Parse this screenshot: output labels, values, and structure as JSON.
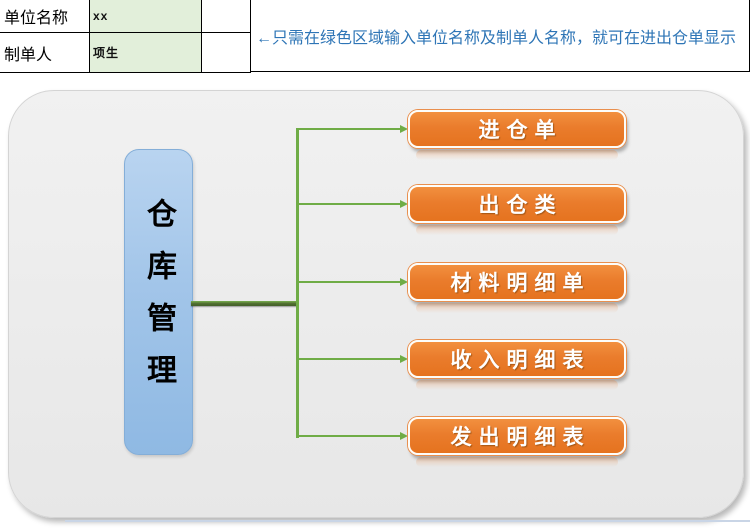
{
  "header": {
    "rows": [
      {
        "label": "单位名称",
        "value": "xx"
      },
      {
        "label": "制单人",
        "value": "项生"
      }
    ],
    "note": "←只需在绿色区域输入单位名称及制单人名称，就可在进出仓单显示",
    "green_cell_fill": "#E2EFDA",
    "note_text_color": "#2E75B6"
  },
  "diagram": {
    "root": {
      "label": "仓库管理"
    },
    "nodes": [
      {
        "label": "进仓单"
      },
      {
        "label": "出仓类"
      },
      {
        "label": "材料明细单"
      },
      {
        "label": "收入明细表"
      },
      {
        "label": "发出明细表"
      }
    ],
    "colors": {
      "root_fill": "#A2C5E9",
      "root_border": "#84AED8",
      "node_fill": "#E8762B",
      "connector_green": "#6FAC46",
      "panel_fill": "#EDEDED"
    }
  }
}
